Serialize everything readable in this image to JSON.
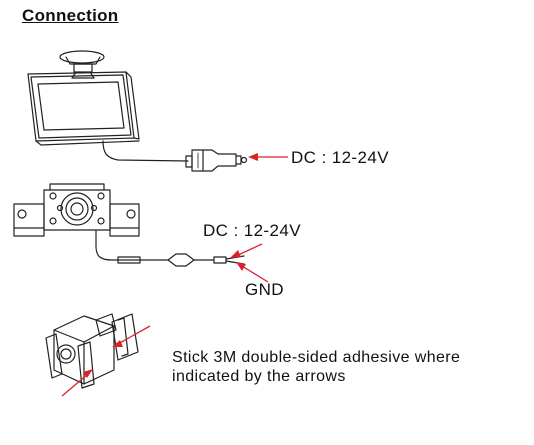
{
  "section_title": "Connection",
  "labels": {
    "monitor_power": "DC : 12-24V",
    "camera_power": "DC : 12-24V",
    "ground": "GND"
  },
  "mounting_note": {
    "line1": "Stick 3M double-sided adhesive where",
    "line2": "indicated by the arrows"
  },
  "colors": {
    "arrow": "#d8232a",
    "line": "#222222"
  }
}
